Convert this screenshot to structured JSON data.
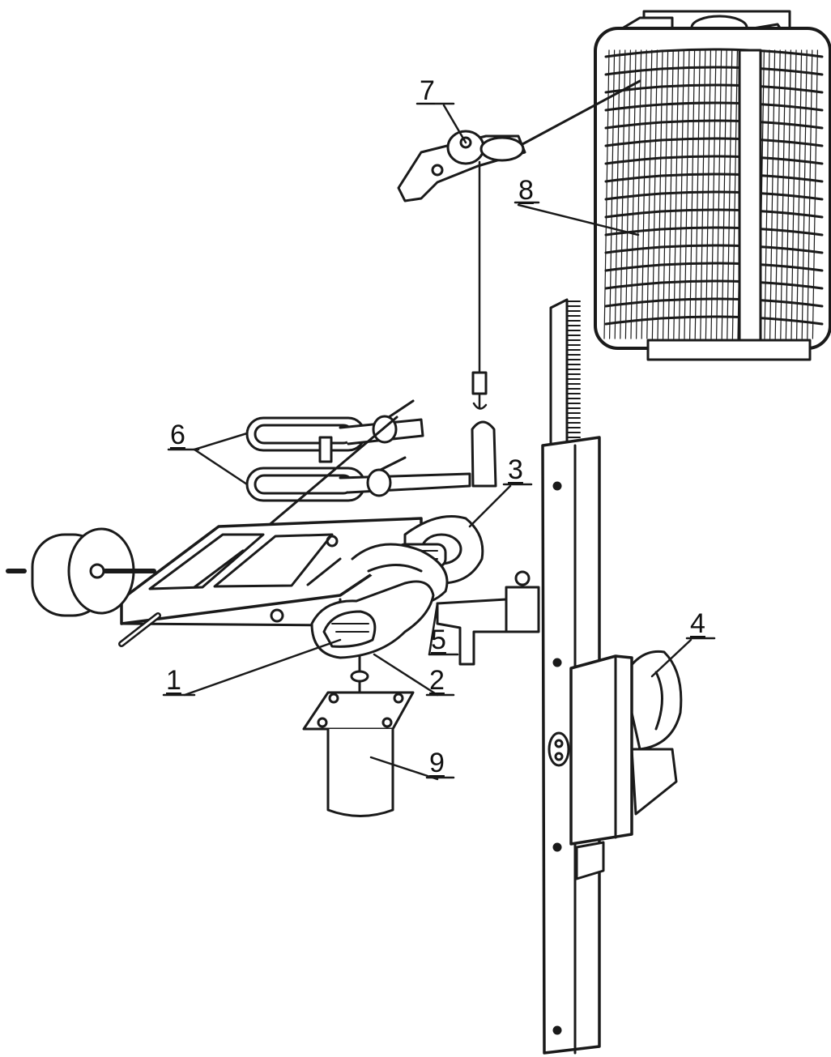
{
  "colors": {
    "ink": "#1a1a1a",
    "paper": "#ffffff"
  },
  "labels": [
    {
      "id": "1",
      "text": "1"
    },
    {
      "id": "2",
      "text": "2"
    },
    {
      "id": "3",
      "text": "3"
    },
    {
      "id": "4",
      "text": "4"
    },
    {
      "id": "5",
      "text": "5"
    },
    {
      "id": "6",
      "text": "6"
    },
    {
      "id": "7",
      "text": "7"
    },
    {
      "id": "8",
      "text": "8"
    },
    {
      "id": "9",
      "text": "9"
    }
  ]
}
